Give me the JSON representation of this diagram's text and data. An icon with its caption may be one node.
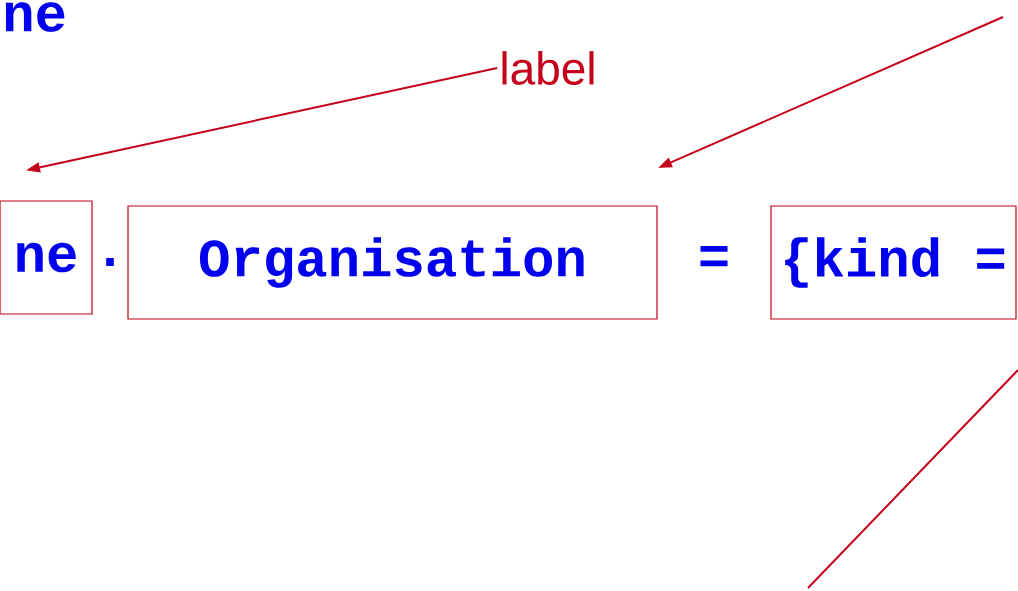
{
  "diagram": {
    "nodes": [
      {
        "text": [
          "label"
        ]
      },
      {
        "text": [
          "ne"
        ]
      },
      {
        "text": [
          "Organisation"
        ]
      },
      {
        "text": [
          "{kind ="
        ]
      }
    ],
    "edges": [
      {
        "from": 0,
        "to": 1,
        "arrow": "to"
      },
      {
        "from": null,
        "to": 2,
        "arrow": "to"
      }
    ],
    "labels": [
      "ne",
      ".",
      "="
    ]
  }
}
